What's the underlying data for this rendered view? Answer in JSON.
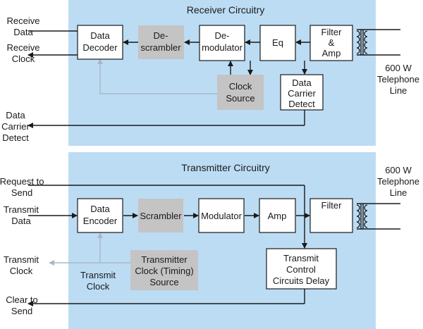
{
  "receiver": {
    "title": "Receiver Circuitry",
    "blocks": {
      "data_decoder": [
        "Data",
        "Decoder"
      ],
      "descrambler": [
        "De-",
        "scrambler"
      ],
      "demodulator": [
        "De-",
        "modulator"
      ],
      "eq": [
        "Eq"
      ],
      "filter_amp": [
        "Filter",
        "&",
        "Amp"
      ],
      "clock_source": [
        "Clock",
        "Source"
      ],
      "data_carrier_detect": [
        "Data",
        "Carrier",
        "Detect"
      ]
    },
    "signals": {
      "receive_data": [
        "Receive",
        "Data"
      ],
      "receive_clock": [
        "Receive",
        "Clock"
      ],
      "data_carrier_detect": [
        "Data",
        "Carrier",
        "Detect"
      ]
    },
    "line": [
      "600 W",
      "Telephone",
      "Line"
    ]
  },
  "transmitter": {
    "title": "Transmitter Circuitry",
    "blocks": {
      "data_encoder": [
        "Data",
        "Encoder"
      ],
      "scrambler": [
        "Scrambler"
      ],
      "modulator": [
        "Modulator"
      ],
      "amp": [
        "Amp"
      ],
      "filter": [
        "Filter"
      ],
      "transmitter_clock": [
        "Transmitter",
        "Clock (Timing)",
        "Source"
      ],
      "transmit_control": [
        "Transmit",
        "Control",
        "Circuits Delay"
      ]
    },
    "signals": {
      "request_to_send": [
        "Request to",
        "Send"
      ],
      "transmit_data": [
        "Transmit",
        "Data"
      ],
      "transmit_clock": [
        "Transmit",
        "Clock"
      ],
      "transmit_clock_inner": [
        "Transmit",
        "Clock"
      ],
      "clear_to_send": [
        "Clear to",
        "Send"
      ]
    },
    "line": [
      "600 W",
      "Telephone",
      "Line"
    ]
  }
}
